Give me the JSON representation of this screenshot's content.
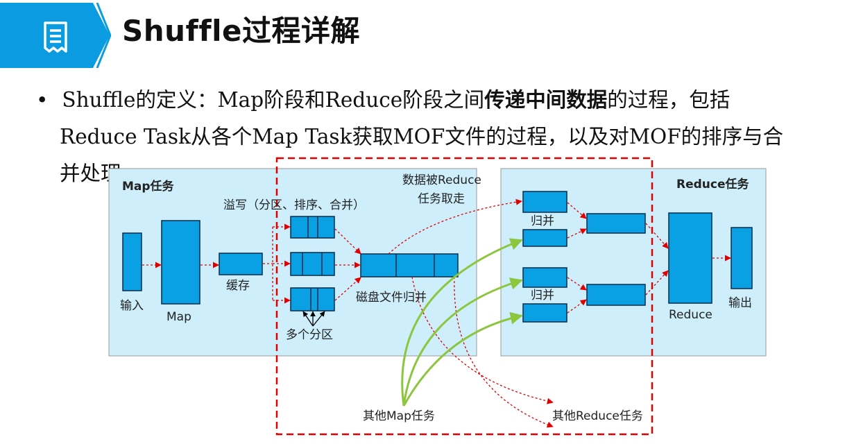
{
  "title": "Shuffle过程详解",
  "paragraph": {
    "lead": "Shuffle的定义：Map阶段和Reduce阶段之间",
    "emphasis": "传递中间数据",
    "rest_line1": "的过程，包括",
    "line2": "Reduce Task从各个Map Task获取MOF文件的过程，以及对MOF的排序与合",
    "line3": "并处理"
  },
  "diagram": {
    "map_task_label": "Map任务",
    "reduce_task_label": "Reduce任务",
    "input_label": "输入",
    "map_label": "Map",
    "buffer_label": "缓存",
    "spill_label": "溢写（分区、排序、合并）",
    "partitions_label": "多个分区",
    "disk_merge_label": "磁盘文件归并",
    "fetch_label_line1": "数据被Reduce",
    "fetch_label_line2": "任务取走",
    "merge_label_top": "归并",
    "merge_label_bottom": "归并",
    "reduce_label": "Reduce",
    "output_label": "输出",
    "other_map_label": "其他Map任务",
    "other_reduce_label": "其他Reduce任务"
  },
  "colors": {
    "header_blue": "#0b9be0",
    "box_fill": "#0aa0e4",
    "panel_fill": "#cdeefa",
    "arrow_red": "#e00000",
    "green_arrow": "#8cc63f"
  },
  "icons": [
    "document-icon",
    "chevron-right-icon"
  ]
}
